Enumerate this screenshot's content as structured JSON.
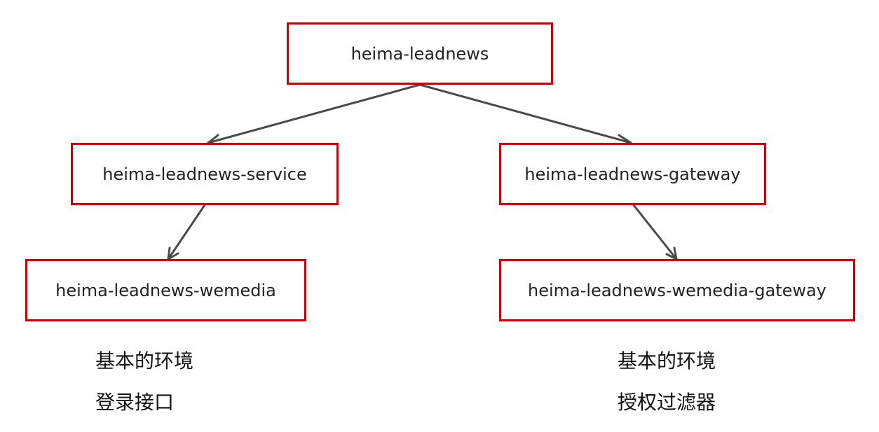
{
  "diagram": {
    "nodes": {
      "root": "heima-leadnews",
      "service": "heima-leadnews-service",
      "gateway": "heima-leadnews-gateway",
      "wemedia": "heima-leadnews-wemedia",
      "wemedia_gateway": "heima-leadnews-wemedia-gateway"
    },
    "notes": {
      "left": [
        "基本的环境",
        "登录接口"
      ],
      "right": [
        "基本的环境",
        "授权过滤器"
      ]
    },
    "edges": [
      {
        "from": "root",
        "to": "service"
      },
      {
        "from": "root",
        "to": "gateway"
      },
      {
        "from": "service",
        "to": "wemedia"
      },
      {
        "from": "gateway",
        "to": "wemedia_gateway"
      }
    ],
    "colors": {
      "box_border": "#c0000a",
      "arrow": "#4a4a4a",
      "text": "#222222"
    }
  }
}
